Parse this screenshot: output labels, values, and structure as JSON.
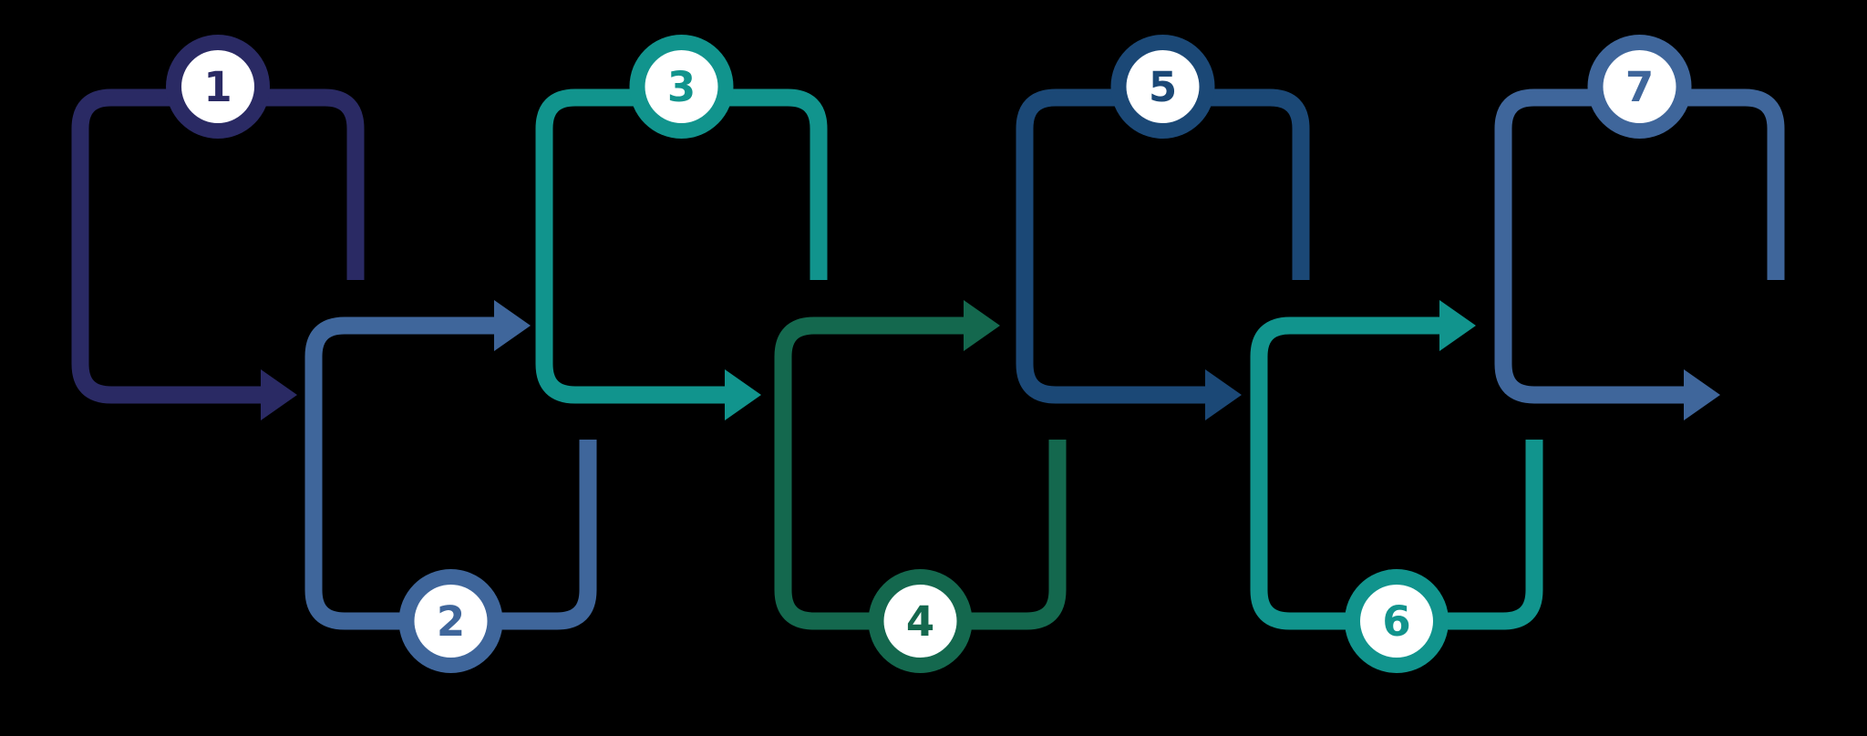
{
  "diagram": {
    "background": "#000000",
    "marker_fill": "#FFFFFF",
    "steps": [
      {
        "label": "1",
        "color": "#2A2A64",
        "position": "top"
      },
      {
        "label": "2",
        "color": "#3F669B",
        "position": "bottom"
      },
      {
        "label": "3",
        "color": "#11948D",
        "position": "top"
      },
      {
        "label": "4",
        "color": "#14684E",
        "position": "bottom"
      },
      {
        "label": "5",
        "color": "#1B4876",
        "position": "top"
      },
      {
        "label": "6",
        "color": "#11948D",
        "position": "bottom"
      },
      {
        "label": "7",
        "color": "#3F669B",
        "position": "top"
      }
    ]
  }
}
